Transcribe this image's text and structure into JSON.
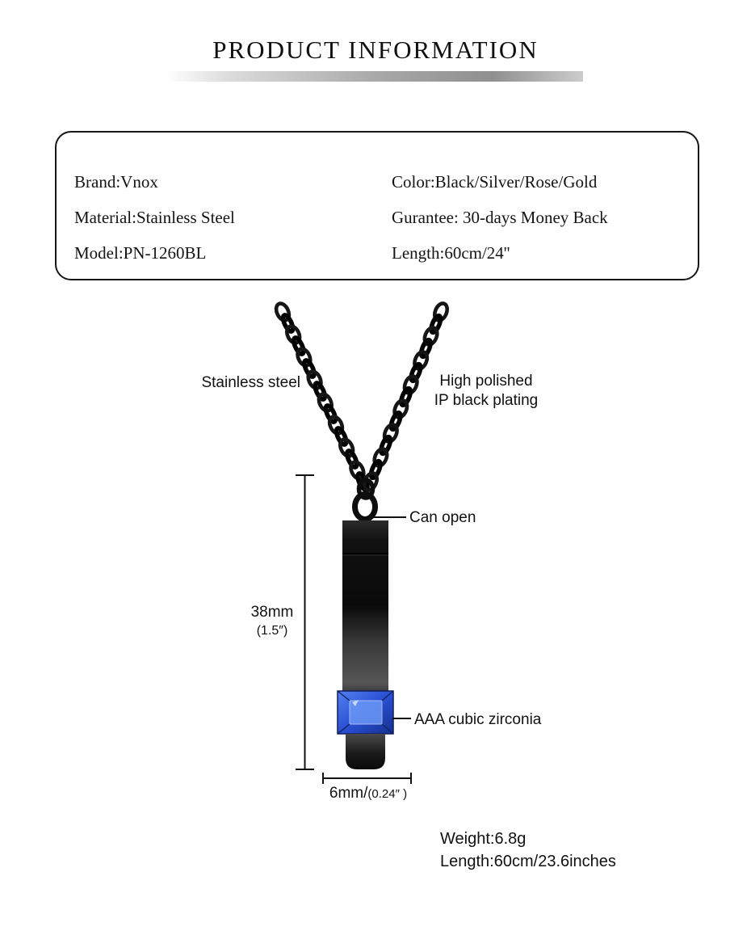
{
  "header": {
    "title": "PRODUCT INFORMATION"
  },
  "specs": {
    "left": [
      "Brand:Vnox",
      "Material:Stainless Steel",
      "Model:PN-1260BL"
    ],
    "right": [
      "Color:Black/Silver/Rose/Gold",
      "Gurantee: 30-days Money Back",
      "Length:60cm/24''"
    ]
  },
  "annotations": {
    "chain_material": "Stainless steel",
    "plating_line1": "High polished",
    "plating_line2": "IP black plating",
    "can_open": "Can open",
    "height_main": "38mm",
    "height_sub": "(1.5″)",
    "gem": "AAA cubic zirconia",
    "width_main": "6mm/",
    "width_sub": "(0.24″ )"
  },
  "footer": {
    "weight": "Weight:6.8g",
    "length": "Length:60cm/23.6inches"
  },
  "colors": {
    "metal_black": "#0d0d0d",
    "gem_blue": "#2a50d4",
    "text": "#111111"
  }
}
